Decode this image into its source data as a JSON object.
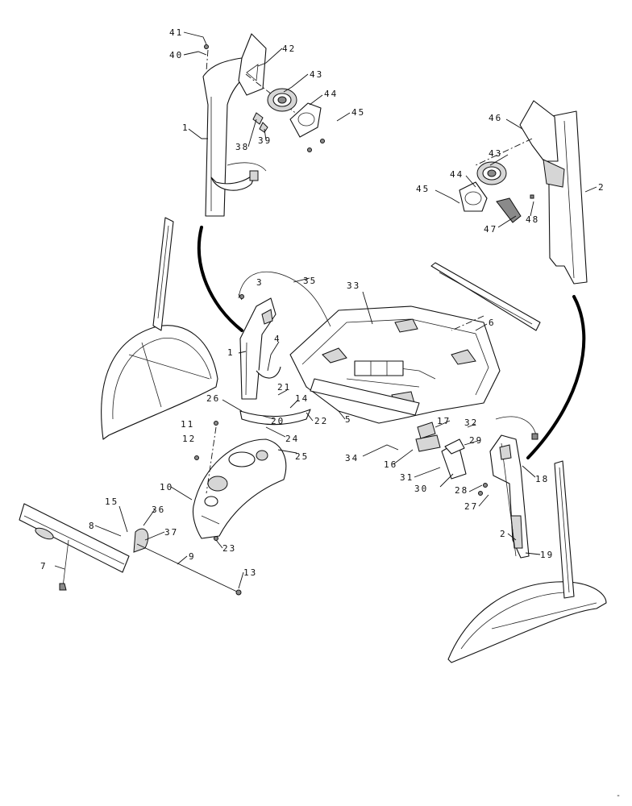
{
  "labels": {
    "l1a": "1",
    "l1b": "1",
    "l2a": "2",
    "l2b": "2",
    "l3": "3",
    "l4": "4",
    "l5": "5",
    "l6": "6",
    "l7": "7",
    "l8": "8",
    "l9": "9",
    "l10": "10",
    "l11": "11",
    "l12": "12",
    "l13": "13",
    "l14": "14",
    "l15": "15",
    "l16": "16",
    "l17": "17",
    "l18": "18",
    "l19": "19",
    "l20": "20",
    "l21": "21",
    "l22": "22",
    "l23": "23",
    "l24": "24",
    "l25": "25",
    "l26": "26",
    "l27": "27",
    "l28": "28",
    "l29": "29",
    "l30": "30",
    "l31": "31",
    "l32": "32",
    "l33": "33",
    "l34": "34",
    "l35": "35",
    "l36": "36",
    "l37": "37",
    "l38": "38",
    "l39": "39",
    "l40": "40",
    "l41": "41",
    "l42": "42",
    "l43a": "43",
    "l43b": "43",
    "l44a": "44",
    "l44b": "44",
    "l45a": "45",
    "l45b": "45",
    "l46": "46",
    "l47": "47",
    "l48": "48"
  },
  "corner_mark": "-"
}
